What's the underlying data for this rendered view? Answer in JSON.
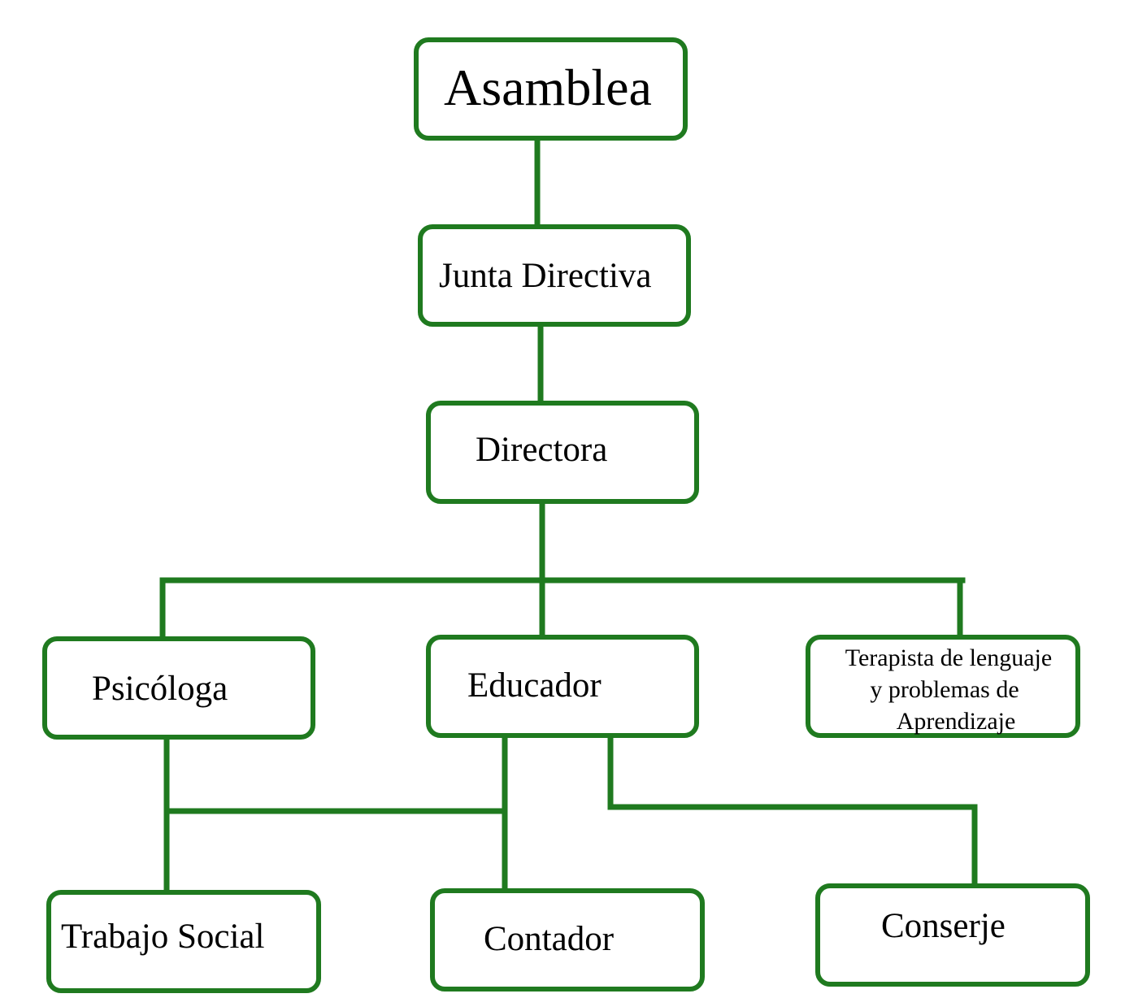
{
  "nodes": {
    "asamblea": "Asamblea",
    "junta_directiva": "Junta Directiva",
    "directora": "Directora",
    "psicologa": "Psicóloga",
    "educador": "Educador",
    "terapista": {
      "line1": "Terapista de lenguaje",
      "line2": "y problemas de",
      "line3": "Aprendizaje"
    },
    "trabajo_social": "Trabajo Social",
    "contador": "Contador",
    "conserje": "Conserje"
  },
  "colors": {
    "line": "#1f7a1f",
    "box_border": "#1f7a1f",
    "background": "#ffffff",
    "text": "#000000"
  }
}
